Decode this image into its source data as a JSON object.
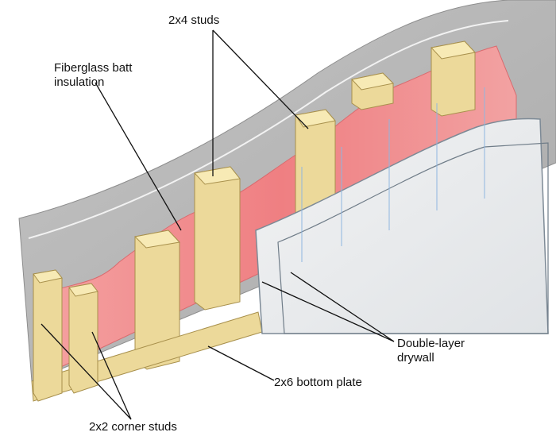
{
  "labels": {
    "studs_2x4": "2x4 studs",
    "insulation_line1": "Fiberglass batt",
    "insulation_line2": "insulation",
    "drywall_line1": "Double-layer",
    "drywall_line2": "drywall",
    "bottom_plate": "2x6 bottom plate",
    "corner_studs": "2x2 corner studs"
  },
  "colors": {
    "gray_sheet": "#bcbcbc",
    "insulation": "#f08787",
    "wood": "#ecd99a",
    "wood_dark": "#cdb56c",
    "drywall": "#eceef0"
  }
}
